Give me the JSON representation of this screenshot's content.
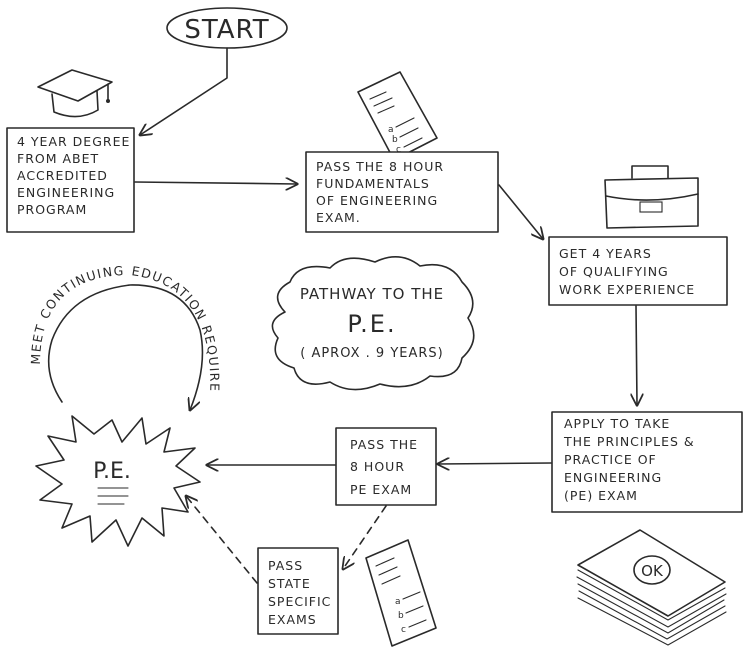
{
  "start": "START",
  "steps": {
    "degree": [
      "4 YEAR DEGREE",
      "FROM ABET",
      "ACCREDITED",
      "ENGINEERING",
      "PROGRAM"
    ],
    "fe_exam": [
      "PASS THE 8 HOUR",
      "FUNDAMENTALS",
      "OF ENGINEERING",
      "EXAM."
    ],
    "experience": [
      "GET 4 YEARS",
      "OF QUALIFYING",
      "WORK EXPERIENCE"
    ],
    "apply_pe": [
      "APPLY TO TAKE",
      "THE PRINCIPLES &",
      "PRACTICE OF",
      "ENGINEERING",
      "(PE) EXAM"
    ],
    "pe_exam": [
      "PASS THE",
      "8 HOUR",
      "PE EXAM"
    ],
    "state_exams": [
      "PASS",
      "STATE",
      "SPECIFIC",
      "EXAMS"
    ]
  },
  "cloud": {
    "line1": "PATHWAY TO THE",
    "line2": "P.E.",
    "line3": "( APROX . 9 YEARS)"
  },
  "badge": "P.E.",
  "loop_text": "MEET CONTINUING EDUCATION REQUIREMENTS",
  "stamp": "OK",
  "doc_bullets": [
    "a",
    "b",
    "c"
  ]
}
